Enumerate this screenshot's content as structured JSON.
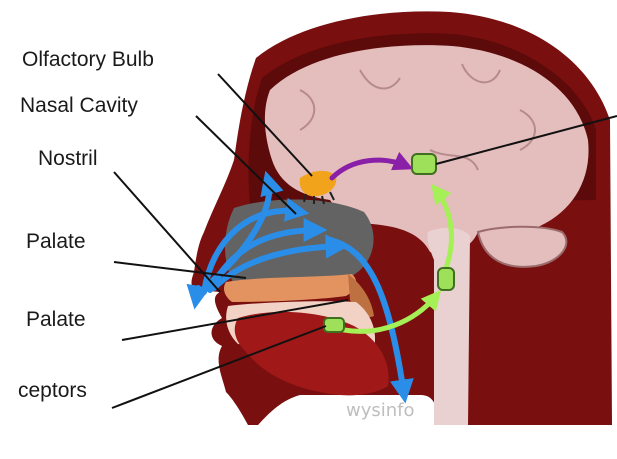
{
  "labels": {
    "olfactory_bulb": "Olfactory Bulb",
    "nasal_cavity": "Nasal Cavity",
    "nostril": "Nostril",
    "hard_palate": "Palate",
    "soft_palate": "Palate",
    "receptors": "ceptors"
  },
  "watermark": "wysinfo",
  "colors": {
    "background": "#ffffff",
    "head_outline": "#7a0f0f",
    "skull_shell": "#5c0a0a",
    "brain": "#e4bdbd",
    "brain_fold": "#b88b8b",
    "spinal_cord": "#ead1d1",
    "nasal_cavity": "#636363",
    "palate": "#e3935f",
    "tongue": "#a11818",
    "olfactory_bulb": "#f2a31c",
    "air_flow": "#2a8ee8",
    "taste_signal": "#a5ef57",
    "smell_signal": "#8a1fa8",
    "node": "#9ee05a"
  }
}
